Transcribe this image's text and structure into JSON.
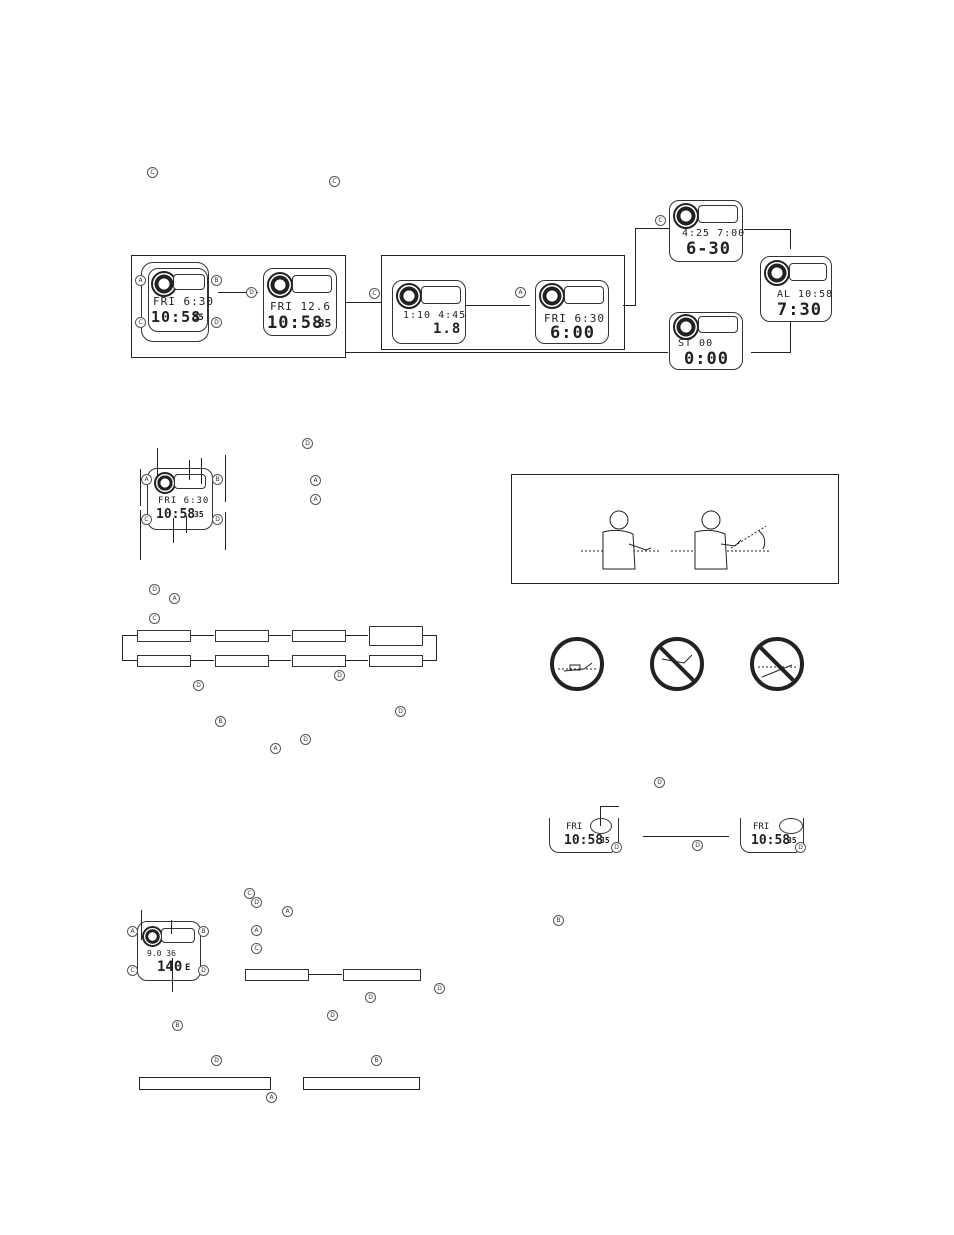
{
  "button_labels": {
    "a": "A",
    "b": "B",
    "c": "C",
    "d": "D"
  },
  "mode_watches": {
    "timekeeping": {
      "row1": "FRI  6:30",
      "row2": "10:58",
      "sec": "35"
    },
    "date": {
      "row1": "FRI 12.6",
      "row2": "10:58",
      "sec": "35"
    },
    "moon": {
      "row1": "1:10  4:45",
      "row2": "1.8"
    },
    "tide": {
      "row1": "FRI  6:30",
      "row2": "6:00"
    },
    "world": {
      "row1": "4:25  7:00",
      "row2": "6-30"
    },
    "alarm": {
      "row1": "AL 10:58",
      "row2": "7:30"
    },
    "stopwatch": {
      "row1": "ST     00",
      "row2": "0:00"
    }
  },
  "parts_watch": {
    "row1": "FRI  6:30",
    "row2": "10:58",
    "sec": "35"
  },
  "compass_watch": {
    "row1": "9.0   36",
    "row2": "140",
    "sec": "E"
  },
  "light_watches": {
    "left": {
      "row1": "FRI",
      "row2": "10:58",
      "sec": "35"
    },
    "right": {
      "row1": "FRI",
      "row2": "10:58",
      "sec": "35"
    }
  }
}
